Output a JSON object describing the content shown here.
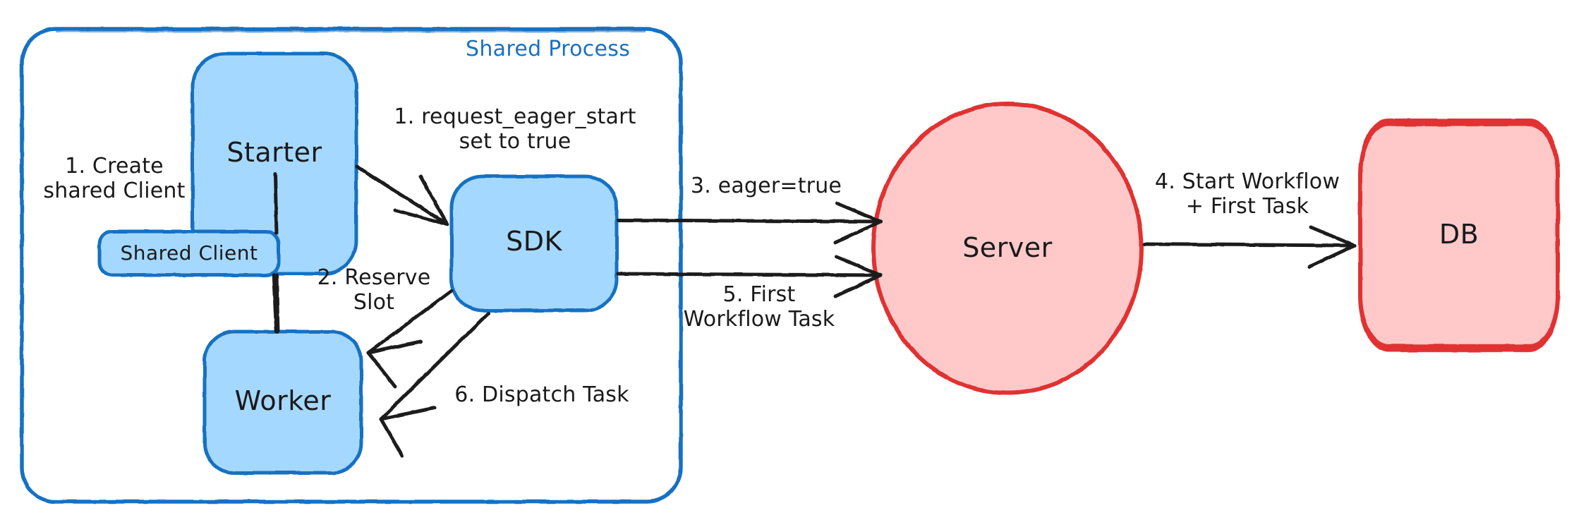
{
  "diagram": {
    "title": "Eager Workflow Start sequence",
    "type": "flow-diagram",
    "colors": {
      "blue_stroke": "#1971c2",
      "blue_fill": "#a5d8ff",
      "red_stroke": "#e03131",
      "red_fill": "#ffc9c9",
      "arrow": "#1a1a1a",
      "label_text": "#1a1a1a",
      "group_title": "#1971c2",
      "background": "#ffffff"
    },
    "group": {
      "name": "shared-process-group",
      "title": "Shared Process",
      "shape": "rounded-rect",
      "stroke": "#1971c2"
    },
    "nodes": [
      {
        "id": "starter",
        "label": "Starter",
        "shape": "rounded-rect",
        "color": "blue"
      },
      {
        "id": "shared-client",
        "label": "Shared Client",
        "shape": "rounded-rect",
        "color": "blue"
      },
      {
        "id": "worker",
        "label": "Worker",
        "shape": "rounded-rect",
        "color": "blue"
      },
      {
        "id": "sdk",
        "label": "SDK",
        "shape": "rounded-rect",
        "color": "blue"
      },
      {
        "id": "server",
        "label": "Server",
        "shape": "ellipse",
        "color": "red"
      },
      {
        "id": "db",
        "label": "DB",
        "shape": "rounded-rect",
        "color": "red"
      }
    ],
    "edges": [
      {
        "id": "e-create-shared-client",
        "label": "1. Create\nshared Client",
        "from": "starter",
        "to": "shared-client",
        "arrow": false
      },
      {
        "id": "e-request-eager-start",
        "label": "1. request_eager_start\nset to true",
        "from": "starter",
        "to": "sdk",
        "arrow": true
      },
      {
        "id": "e-reserve-slot",
        "label": "2. Reserve\nSlot",
        "from": "sdk",
        "to": "worker",
        "arrow": true
      },
      {
        "id": "e-eager-true",
        "label": "3. eager=true",
        "from": "sdk",
        "to": "server",
        "arrow": true
      },
      {
        "id": "e-start-workflow",
        "label": "4. Start Workflow\n+ First Task",
        "from": "server",
        "to": "db",
        "arrow": true
      },
      {
        "id": "e-first-workflow-task",
        "label": "5. First\nWorkflow Task",
        "from": "sdk",
        "to": "server",
        "arrow": true
      },
      {
        "id": "e-dispatch-task",
        "label": "6. Dispatch Task",
        "from": "sdk",
        "to": "worker",
        "arrow": true
      }
    ]
  }
}
